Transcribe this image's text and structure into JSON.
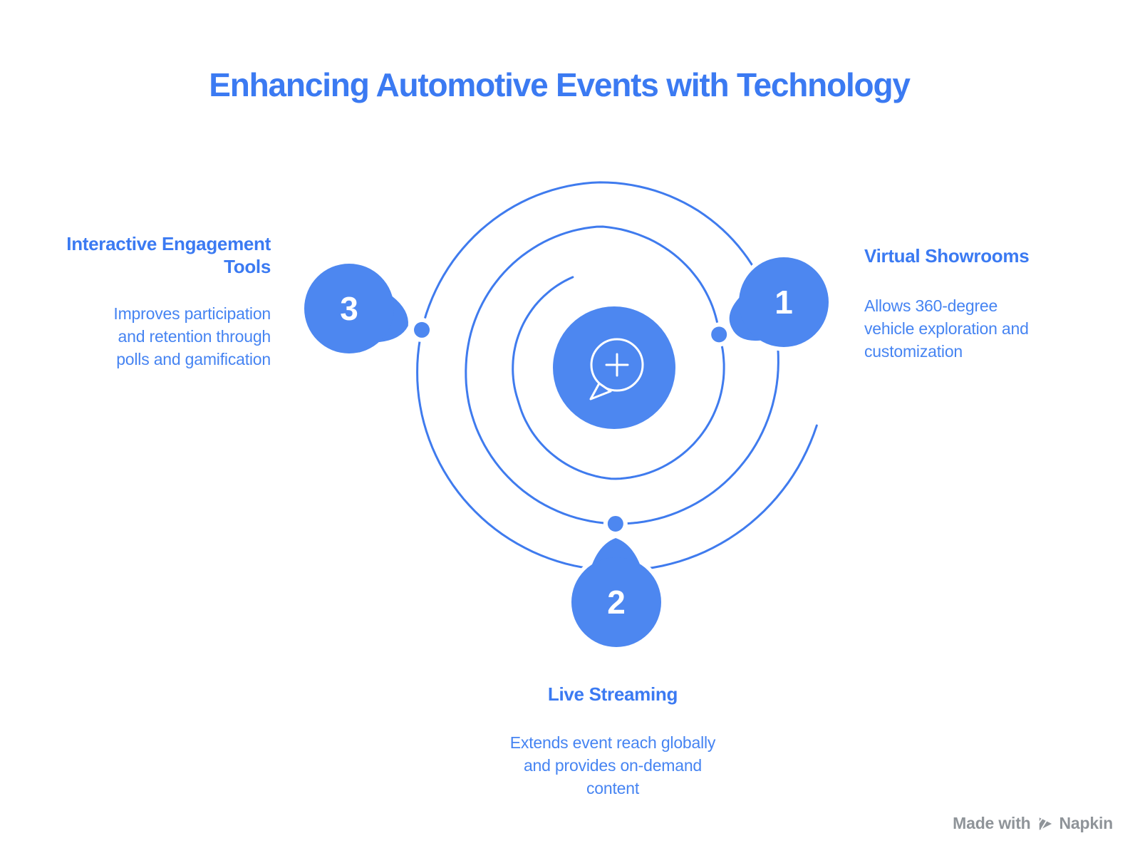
{
  "title": "Enhancing Automotive Events with Technology",
  "items": [
    {
      "number": "1",
      "heading": "Virtual Showrooms",
      "body": "Allows 360-degree\nvehicle exploration and\ncustomization"
    },
    {
      "number": "2",
      "heading": "Live Streaming",
      "body": "Extends event reach globally\nand provides on-demand\ncontent"
    },
    {
      "number": "3",
      "heading": "Interactive Engagement\nTools",
      "body": "Improves participation\nand retention through\npolls and gamification"
    }
  ],
  "center": {
    "icon": "chat-plus-icon"
  },
  "watermark": {
    "prefix": "Made with",
    "brand": "Napkin"
  },
  "colors": {
    "accent_fill": "#4d87f0",
    "spiral_stroke": "#3f7bee",
    "heading_text": "#3b7af2",
    "body_text": "#4684f2",
    "number_text": "#ffffff",
    "watermark_text": "#8f9499",
    "background": "#ffffff"
  }
}
